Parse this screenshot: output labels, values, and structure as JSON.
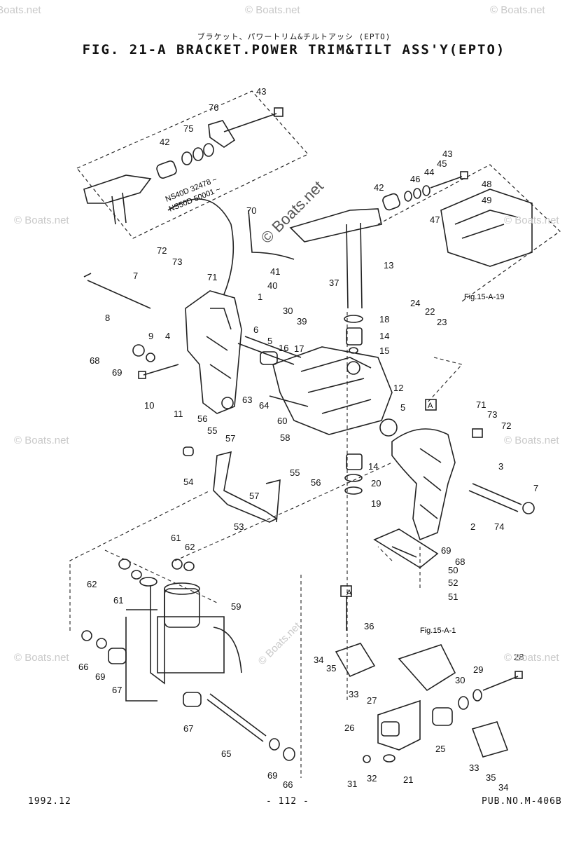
{
  "header": {
    "jp_title": "ブラケット、パワートリム&チルトアッシ (EPTO)",
    "title": "FIG. 21-A BRACKET.POWER TRIM&TILT ASS'Y(EPTO)"
  },
  "footer": {
    "date": "1992.12",
    "page": "- 112 -",
    "pub_no": "PUB.NO.M-406B"
  },
  "watermark": "© Boats.net",
  "watermark_center": "© Boats.net",
  "inset_notes": [
    "NS40D 32478 ~",
    "NS50D 50001 ~"
  ],
  "refs": {
    "fig_15a19": "Fig.15-A-19",
    "fig_15a1": "Fig.15-A-1",
    "box_a": "A"
  },
  "part_labels": [
    {
      "id": "43",
      "n": "43"
    },
    {
      "id": "76",
      "n": "76"
    },
    {
      "id": "75",
      "n": "75"
    },
    {
      "id": "42",
      "n": "42"
    },
    {
      "id": "43b",
      "n": "43"
    },
    {
      "id": "45",
      "n": "45"
    },
    {
      "id": "44",
      "n": "44"
    },
    {
      "id": "46",
      "n": "46"
    },
    {
      "id": "42b",
      "n": "42"
    },
    {
      "id": "48",
      "n": "48"
    },
    {
      "id": "49",
      "n": "49"
    },
    {
      "id": "47",
      "n": "47"
    },
    {
      "id": "70",
      "n": "70"
    },
    {
      "id": "13",
      "n": "13"
    },
    {
      "id": "37",
      "n": "37"
    },
    {
      "id": "72",
      "n": "72"
    },
    {
      "id": "73",
      "n": "73"
    },
    {
      "id": "41",
      "n": "41"
    },
    {
      "id": "71",
      "n": "71"
    },
    {
      "id": "40",
      "n": "40"
    },
    {
      "id": "7",
      "n": "7"
    },
    {
      "id": "1",
      "n": "1"
    },
    {
      "id": "30",
      "n": "30"
    },
    {
      "id": "39",
      "n": "39"
    },
    {
      "id": "18",
      "n": "18"
    },
    {
      "id": "8",
      "n": "8"
    },
    {
      "id": "24",
      "n": "24"
    },
    {
      "id": "22",
      "n": "22"
    },
    {
      "id": "23",
      "n": "23"
    },
    {
      "id": "14",
      "n": "14"
    },
    {
      "id": "4",
      "n": "4"
    },
    {
      "id": "9",
      "n": "9"
    },
    {
      "id": "6",
      "n": "6"
    },
    {
      "id": "5",
      "n": "5"
    },
    {
      "id": "16",
      "n": "16"
    },
    {
      "id": "17",
      "n": "17"
    },
    {
      "id": "15",
      "n": "15"
    },
    {
      "id": "68",
      "n": "68"
    },
    {
      "id": "69",
      "n": "69"
    },
    {
      "id": "12",
      "n": "12"
    },
    {
      "id": "10",
      "n": "10"
    },
    {
      "id": "11",
      "n": "11"
    },
    {
      "id": "63",
      "n": "63"
    },
    {
      "id": "64",
      "n": "64"
    },
    {
      "id": "60",
      "n": "60"
    },
    {
      "id": "5b",
      "n": "5"
    },
    {
      "id": "71b",
      "n": "71"
    },
    {
      "id": "73b",
      "n": "73"
    },
    {
      "id": "72b",
      "n": "72"
    },
    {
      "id": "56",
      "n": "56"
    },
    {
      "id": "55",
      "n": "55"
    },
    {
      "id": "57",
      "n": "57"
    },
    {
      "id": "58",
      "n": "58"
    },
    {
      "id": "14b",
      "n": "14"
    },
    {
      "id": "3",
      "n": "3"
    },
    {
      "id": "54",
      "n": "54"
    },
    {
      "id": "55b",
      "n": "55"
    },
    {
      "id": "56b",
      "n": "56"
    },
    {
      "id": "20",
      "n": "20"
    },
    {
      "id": "57b",
      "n": "57"
    },
    {
      "id": "19",
      "n": "19"
    },
    {
      "id": "7b",
      "n": "7"
    },
    {
      "id": "53",
      "n": "53"
    },
    {
      "id": "2",
      "n": "2"
    },
    {
      "id": "74",
      "n": "74"
    },
    {
      "id": "61",
      "n": "61"
    },
    {
      "id": "62",
      "n": "62"
    },
    {
      "id": "69b",
      "n": "69"
    },
    {
      "id": "68b",
      "n": "68"
    },
    {
      "id": "62b",
      "n": "62"
    },
    {
      "id": "50",
      "n": "50"
    },
    {
      "id": "61b",
      "n": "61"
    },
    {
      "id": "52",
      "n": "52"
    },
    {
      "id": "51",
      "n": "51"
    },
    {
      "id": "59",
      "n": "59"
    },
    {
      "id": "36",
      "n": "36"
    },
    {
      "id": "34",
      "n": "34"
    },
    {
      "id": "35",
      "n": "35"
    },
    {
      "id": "28",
      "n": "28"
    },
    {
      "id": "66",
      "n": "66"
    },
    {
      "id": "69c",
      "n": "69"
    },
    {
      "id": "67",
      "n": "67"
    },
    {
      "id": "33",
      "n": "33"
    },
    {
      "id": "29",
      "n": "29"
    },
    {
      "id": "30b",
      "n": "30"
    },
    {
      "id": "27",
      "n": "27"
    },
    {
      "id": "67b",
      "n": "67"
    },
    {
      "id": "26",
      "n": "26"
    },
    {
      "id": "25",
      "n": "25"
    },
    {
      "id": "65",
      "n": "65"
    },
    {
      "id": "69d",
      "n": "69"
    },
    {
      "id": "66b",
      "n": "66"
    },
    {
      "id": "31",
      "n": "31"
    },
    {
      "id": "32",
      "n": "32"
    },
    {
      "id": "21",
      "n": "21"
    },
    {
      "id": "33b",
      "n": "33"
    },
    {
      "id": "35b",
      "n": "35"
    },
    {
      "id": "34b",
      "n": "34"
    }
  ]
}
